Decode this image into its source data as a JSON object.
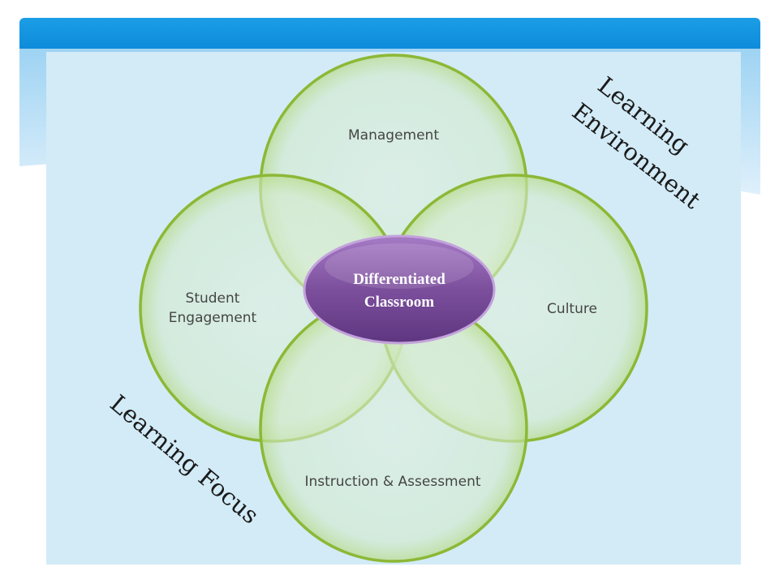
{
  "slide": {
    "colors": {
      "header": "#0a88d8",
      "panel_background": "#d2ebf7",
      "circle_fill": "#d7ecd0",
      "circle_stroke": "#8cb836",
      "center_fill": "#7c4f9c"
    }
  },
  "diagram": {
    "center_label_line1": "Differentiated",
    "center_label_line2": "Classroom",
    "circles": {
      "top": "Management",
      "left_line1": "Student",
      "left_line2": "Engagement",
      "right": "Culture",
      "bottom": "Instruction & Assessment"
    },
    "labels": {
      "environment_line1": "Learning",
      "environment_line2": "Environment",
      "focus": "Learning Focus"
    }
  }
}
